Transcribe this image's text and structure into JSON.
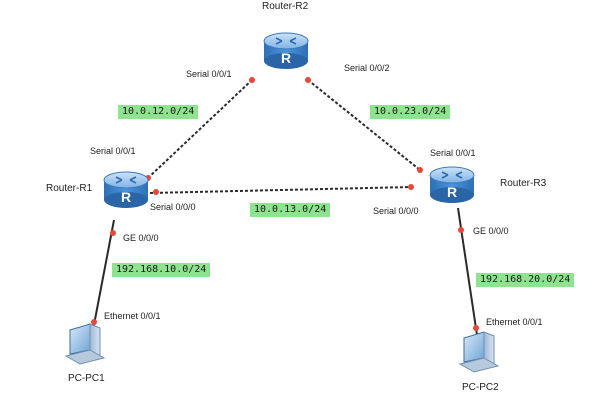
{
  "colors": {
    "link_line": "#2a2a2a",
    "endpoint_dot": "#e8473a",
    "network_highlight": "#8ee38e",
    "router_body": "#3f86d0"
  },
  "devices": {
    "r1": {
      "name": "Router-R1",
      "icon": "router-icon"
    },
    "r2": {
      "name": "Router-R2",
      "icon": "router-icon"
    },
    "r3": {
      "name": "Router-R3",
      "icon": "router-icon"
    },
    "pc1": {
      "name": "PC-PC1",
      "icon": "pc-icon"
    },
    "pc2": {
      "name": "PC-PC2",
      "icon": "pc-icon"
    }
  },
  "router_badge": "R",
  "interfaces": {
    "r2_s001": "Serial 0/0/1",
    "r2_s002": "Serial 0/0/2",
    "r1_s001": "Serial 0/0/1",
    "r1_s000": "Serial 0/0/0",
    "r1_ge000": "GE 0/0/0",
    "r3_s001": "Serial 0/0/1",
    "r3_s000": "Serial 0/0/0",
    "r3_ge000": "GE 0/0/0",
    "pc1_eth001": "Ethernet 0/0/1",
    "pc2_eth001": "Ethernet 0/0/1"
  },
  "networks": {
    "r1_r2": "10.0.12.0/24",
    "r2_r3": "10.0.23.0/24",
    "r1_r3": "10.0.13.0/24",
    "r1_pc1": "192.168.10.0/24",
    "r3_pc2": "192.168.20.0/24"
  }
}
